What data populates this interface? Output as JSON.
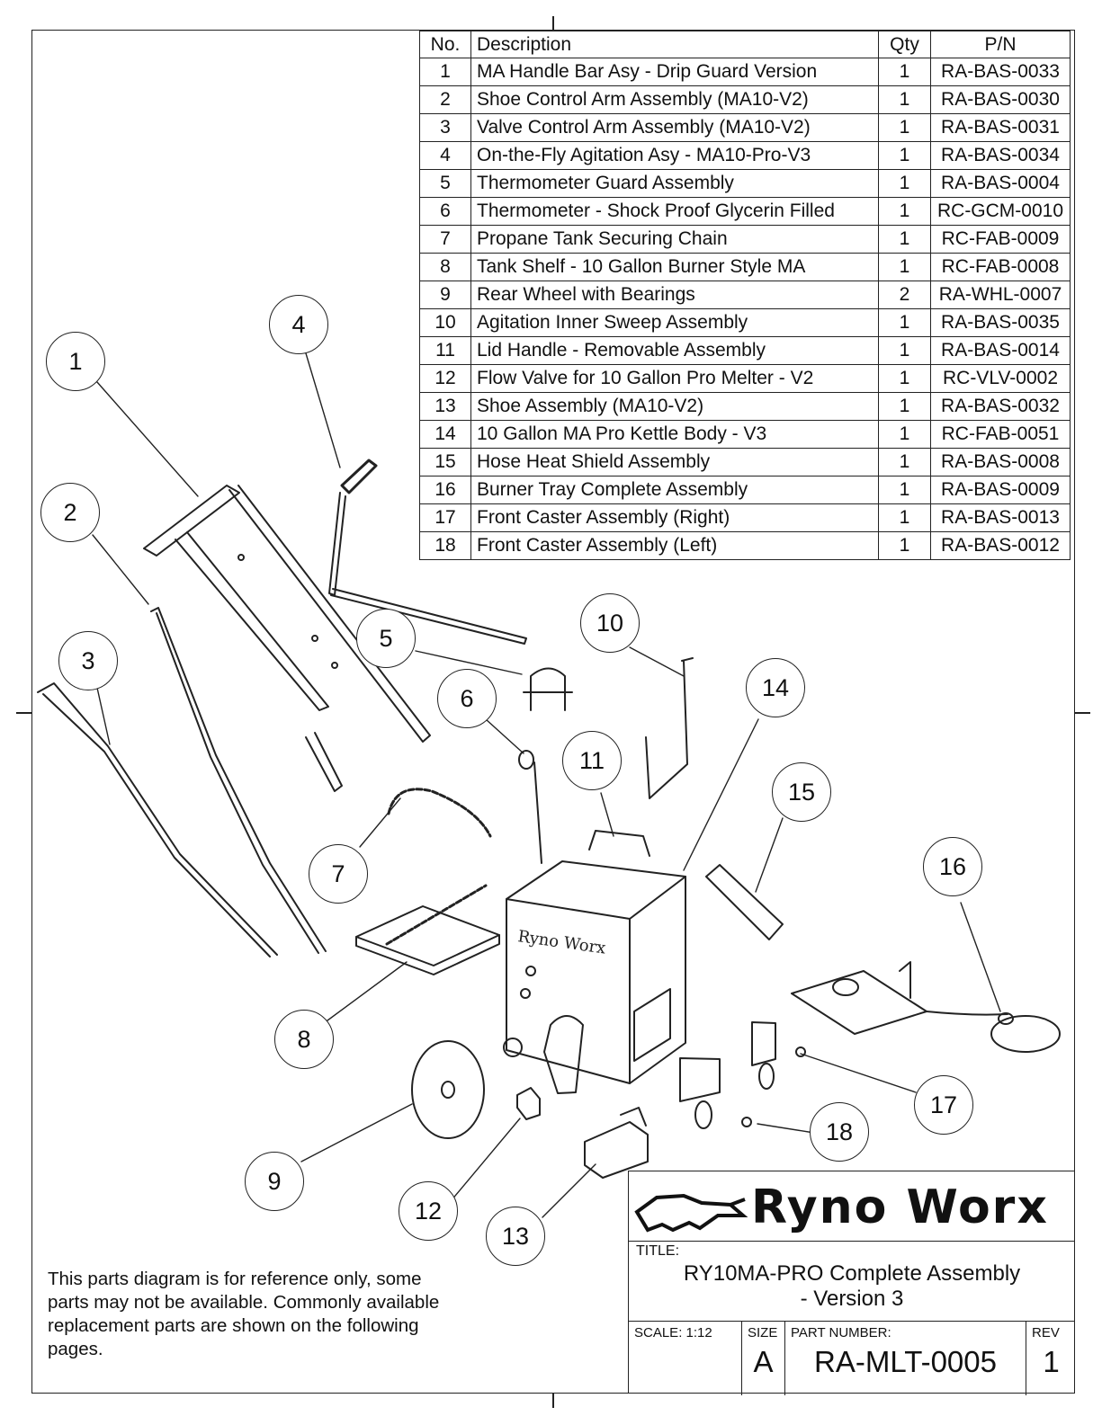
{
  "bom": {
    "headers": [
      "No.",
      "Description",
      "Qty",
      "P/N"
    ],
    "rows": [
      [
        "1",
        "MA Handle Bar Asy - Drip Guard Version",
        "1",
        "RA-BAS-0033"
      ],
      [
        "2",
        "Shoe Control Arm Assembly (MA10-V2)",
        "1",
        "RA-BAS-0030"
      ],
      [
        "3",
        "Valve Control Arm Assembly  (MA10-V2)",
        "1",
        "RA-BAS-0031"
      ],
      [
        "4",
        "On-the-Fly Agitation Asy - MA10-Pro-V3",
        "1",
        "RA-BAS-0034"
      ],
      [
        "5",
        "Thermometer Guard Assembly",
        "1",
        "RA-BAS-0004"
      ],
      [
        "6",
        "Thermometer - Shock Proof Glycerin Filled",
        "1",
        "RC-GCM-0010"
      ],
      [
        "7",
        "Propane Tank Securing Chain",
        "1",
        "RC-FAB-0009"
      ],
      [
        "8",
        "Tank Shelf - 10 Gallon Burner Style MA",
        "1",
        "RC-FAB-0008"
      ],
      [
        "9",
        "Rear Wheel with Bearings",
        "2",
        "RA-WHL-0007"
      ],
      [
        "10",
        "Agitation Inner Sweep Assembly",
        "1",
        "RA-BAS-0035"
      ],
      [
        "11",
        "Lid Handle - Removable Assembly",
        "1",
        "RA-BAS-0014"
      ],
      [
        "12",
        "Flow Valve for 10 Gallon Pro Melter - V2",
        "1",
        "RC-VLV-0002"
      ],
      [
        "13",
        "Shoe Assembly (MA10-V2)",
        "1",
        "RA-BAS-0032"
      ],
      [
        "14",
        "10 Gallon MA Pro Kettle Body - V3",
        "1",
        "RC-FAB-0051"
      ],
      [
        "15",
        "Hose Heat Shield Assembly",
        "1",
        "RA-BAS-0008"
      ],
      [
        "16",
        "Burner Tray Complete Assembly",
        "1",
        "RA-BAS-0009"
      ],
      [
        "17",
        "Front Caster Assembly (Right)",
        "1",
        "RA-BAS-0013"
      ],
      [
        "18",
        "Front Caster  Assembly (Left)",
        "1",
        "RA-BAS-0012"
      ]
    ]
  },
  "balloons": [
    "1",
    "2",
    "3",
    "4",
    "5",
    "6",
    "7",
    "8",
    "9",
    "10",
    "11",
    "12",
    "13",
    "14",
    "15",
    "16",
    "17",
    "18"
  ],
  "kettle_label": "Ryno Worx",
  "note": "This parts diagram is for reference only, some parts may not be available. Commonly available replacement parts are shown on the following pages.",
  "title_block": {
    "brand": "Ryno Worx",
    "title_label": "TITLE:",
    "title_line1": "RY10MA-PRO Complete Assembly",
    "title_line2": "- Version 3",
    "scale_label": "SCALE: 1:12",
    "size_label": "SIZE",
    "size_value": "A",
    "part_label": "PART NUMBER:",
    "part_value": "RA-MLT-0005",
    "rev_label": "REV",
    "rev_value": "1"
  }
}
